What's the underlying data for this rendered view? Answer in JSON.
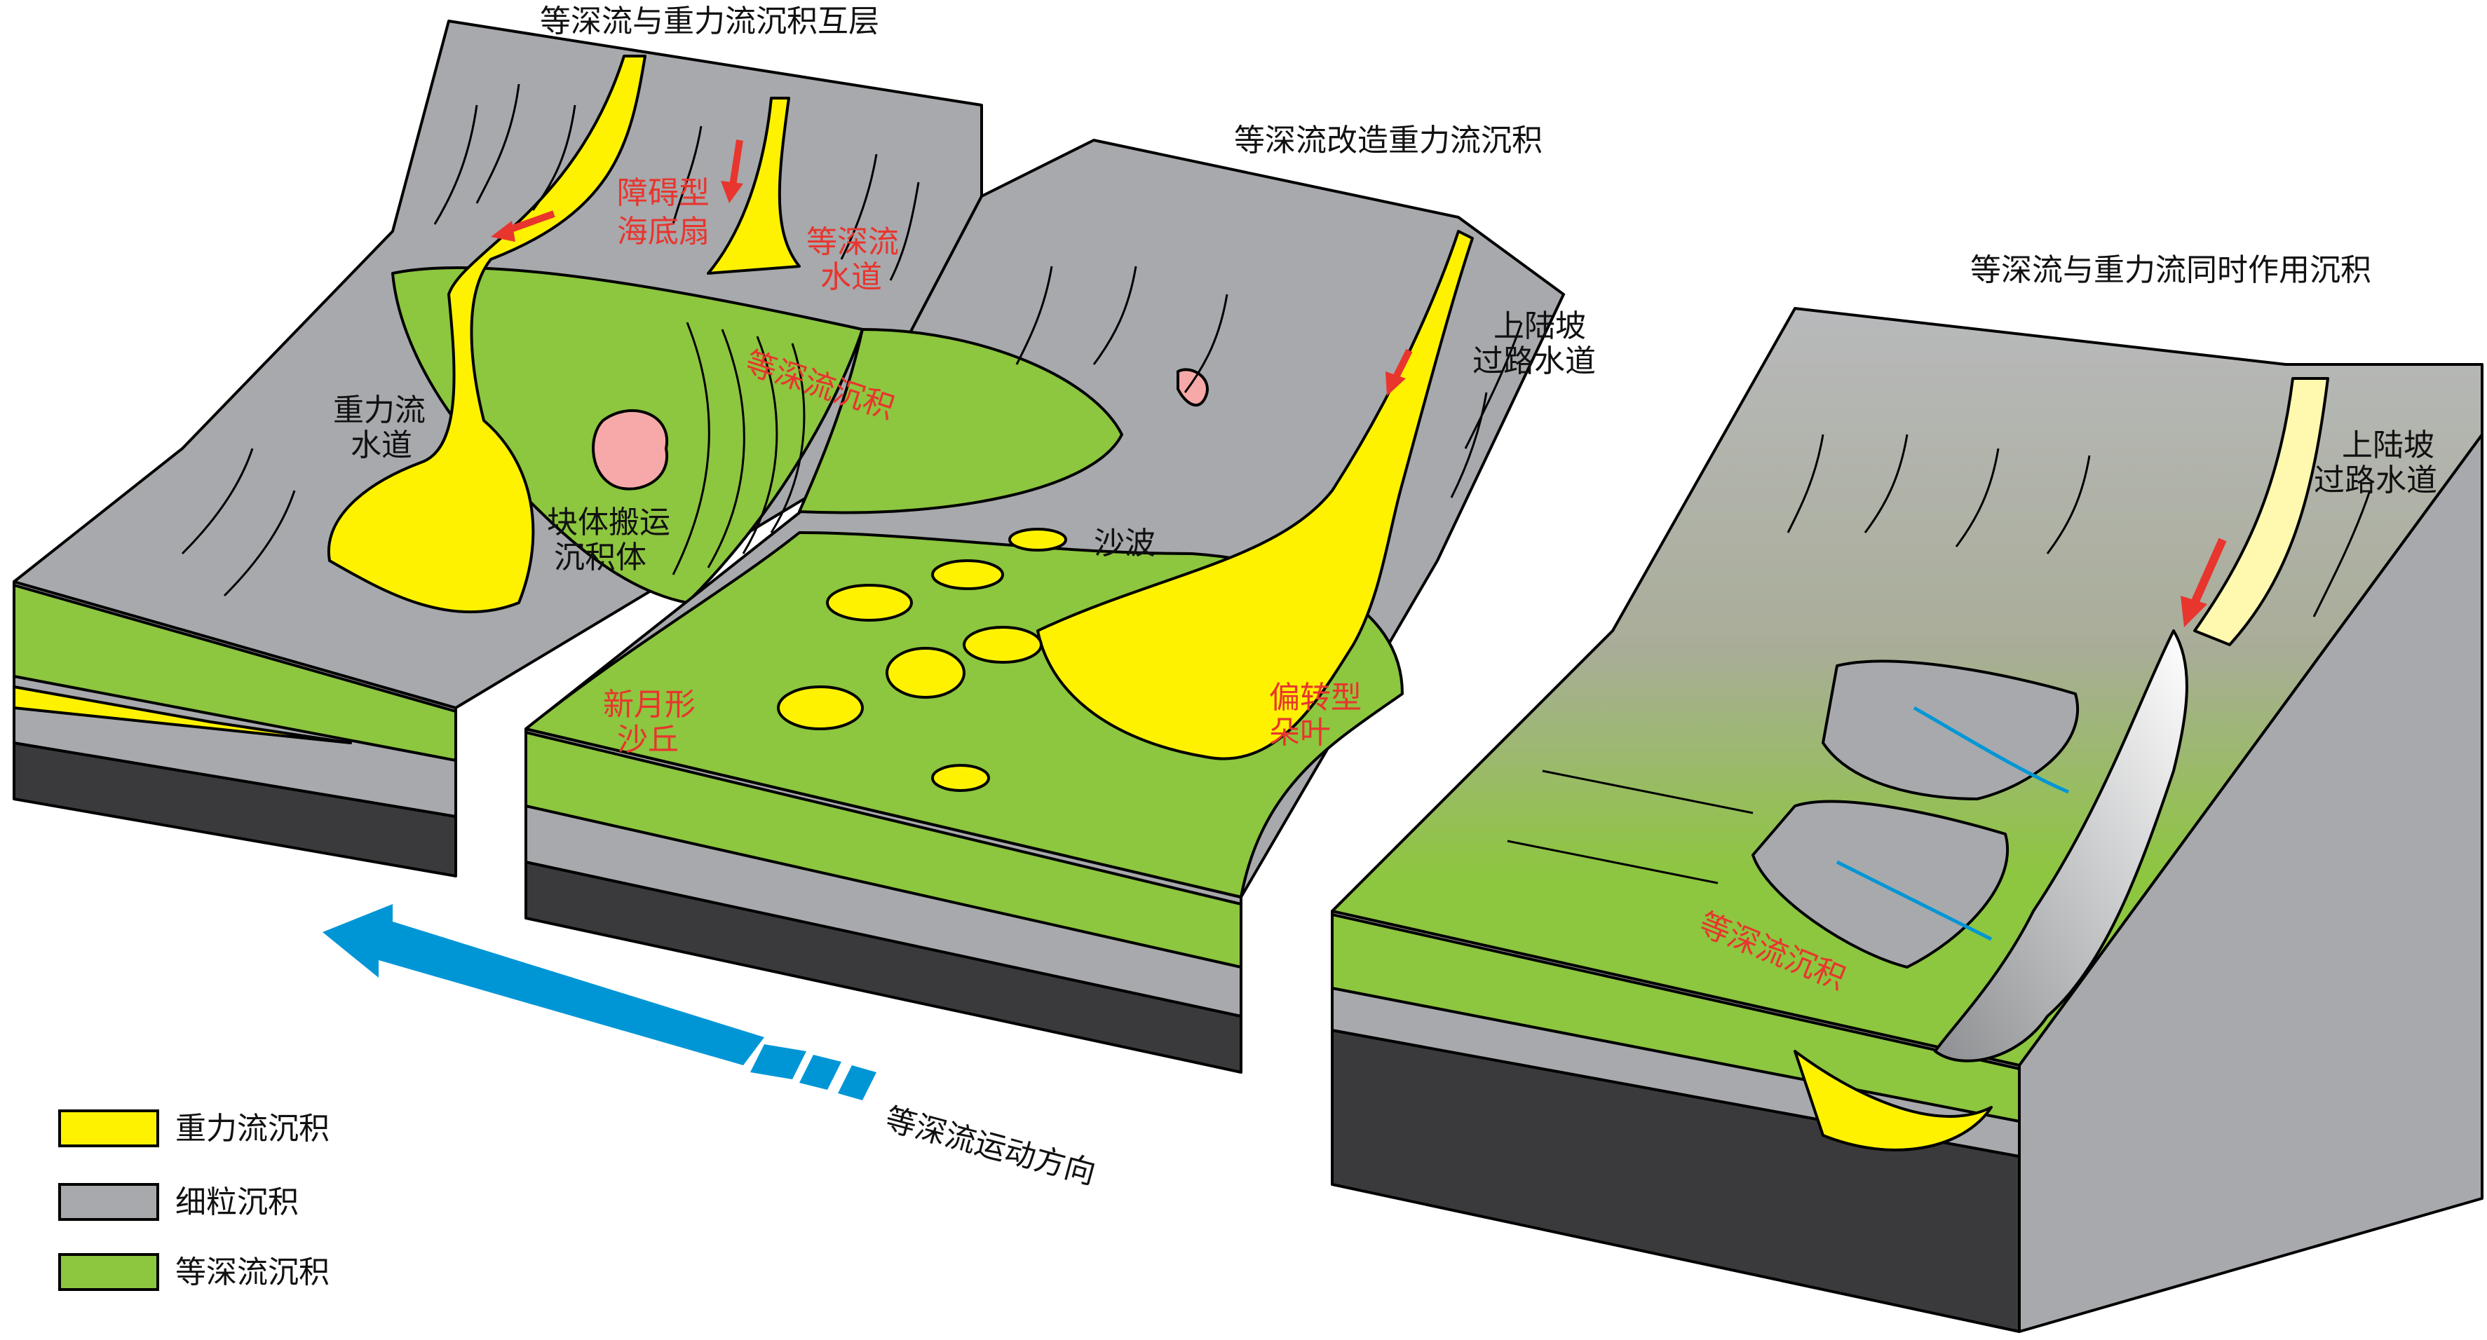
{
  "colors": {
    "gravity": "#fff200",
    "fine": "#a7a9ac",
    "contour": "#8dc63f",
    "block_dark": "#4d4d4f",
    "pink": "#f7a8a8",
    "arrow_blue": "#0096d6",
    "arrow_red": "#e8352e"
  },
  "titles": {
    "block1": "等深流与重力流沉积互层",
    "block2": "等深流改造重力流沉积",
    "block3": "等深流与重力流同时作用沉积"
  },
  "labels": {
    "barrier_fan_l1": "障碍型",
    "barrier_fan_l2": "海底扇",
    "contour_channel_l1": "等深流",
    "contour_channel_l2": "水道",
    "contourite_1": "等深流沉积",
    "gravity_channel_l1": "重力流",
    "gravity_channel_l2": "水道",
    "mtd_l1": "块体搬运",
    "mtd_l2": "沉积体",
    "upper_slope_l1": "上陆坡",
    "upper_slope_l2": "过路水道",
    "sand_wave": "沙波",
    "barchan_l1": "新月形",
    "barchan_l2": "沙丘",
    "deflected_l1": "偏转型",
    "deflected_l2": "朵叶",
    "upper_slope3_l1": "上陆坡",
    "upper_slope3_l2": "过路水道",
    "contourite_3": "等深流沉积",
    "flow_direction": "等深流运动方向"
  },
  "legend": [
    {
      "label": "重力流沉积",
      "color_key": "gravity"
    },
    {
      "label": "细粒沉积",
      "color_key": "fine"
    },
    {
      "label": "等深流沉积",
      "color_key": "contour"
    }
  ]
}
